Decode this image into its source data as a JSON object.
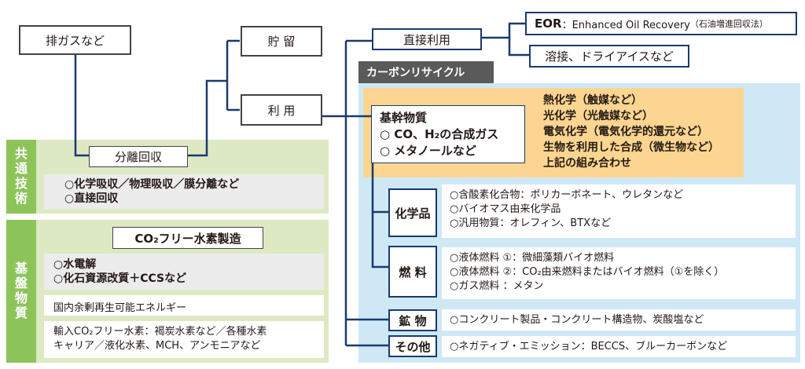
{
  "exhaust": "排ガスなど",
  "storage": "貯 留",
  "utilization": "利 用",
  "direct_use": "直接利用",
  "eor": {
    "bold": "EOR",
    "rest": "：Enhanced Oil Recovery",
    "note": "（石油増進回収法）"
  },
  "welding": "溶接、ドライアイスなど",
  "carbon_recycle": "カーボンリサイクル",
  "basic_material": {
    "title": "基幹物質",
    "items": [
      "○ CO、H₂の合成ガス",
      "○ メタノールなど"
    ]
  },
  "methods": [
    "熱化学（触媒など）",
    "光化学（光触媒など）",
    "電気化学（電気化学的還元など）",
    "生物を利用した合成（微生物など）",
    "上記の組み合わせ"
  ],
  "common_tech": {
    "side": "共通技術",
    "separation": "分離回収",
    "items": [
      "○化学吸収／物理吸収／膜分離など",
      "○直接回収"
    ]
  },
  "base_material": {
    "side": "基盤物質",
    "h2_title": "CO₂フリー水素製造",
    "h2_items": [
      "○水電解",
      "○化石資源改質＋CCSなど"
    ],
    "renewable": "国内余剰再生可能エネルギー",
    "import": [
      "輸入CO₂フリー水素：褐炭水素など／各種水素",
      "キャリア／液化水素、MCH、アンモニアなど"
    ]
  },
  "categories": [
    {
      "label": "化学品",
      "items": [
        "○含酸素化合物：ポリカーボネート、ウレタンなど",
        "○バイオマス由来化学品",
        "○汎用物質：オレフィン、BTXなど"
      ]
    },
    {
      "label": "燃 料",
      "items": [
        "○液体燃料 ①：微細藻類バイオ燃料",
        "○液体燃料 ②：CO₂由来燃料またはバイオ燃料（①を除く）",
        "○ガス燃料 ：メタン"
      ]
    },
    {
      "label": "鉱 物",
      "items": [
        "○コンクリート製品・コンクリート構造物、炭酸塩など"
      ]
    },
    {
      "label": "その他",
      "items": [
        "○ネガティブ・エミッション：BECCS、ブルーカーボンなど"
      ]
    }
  ]
}
